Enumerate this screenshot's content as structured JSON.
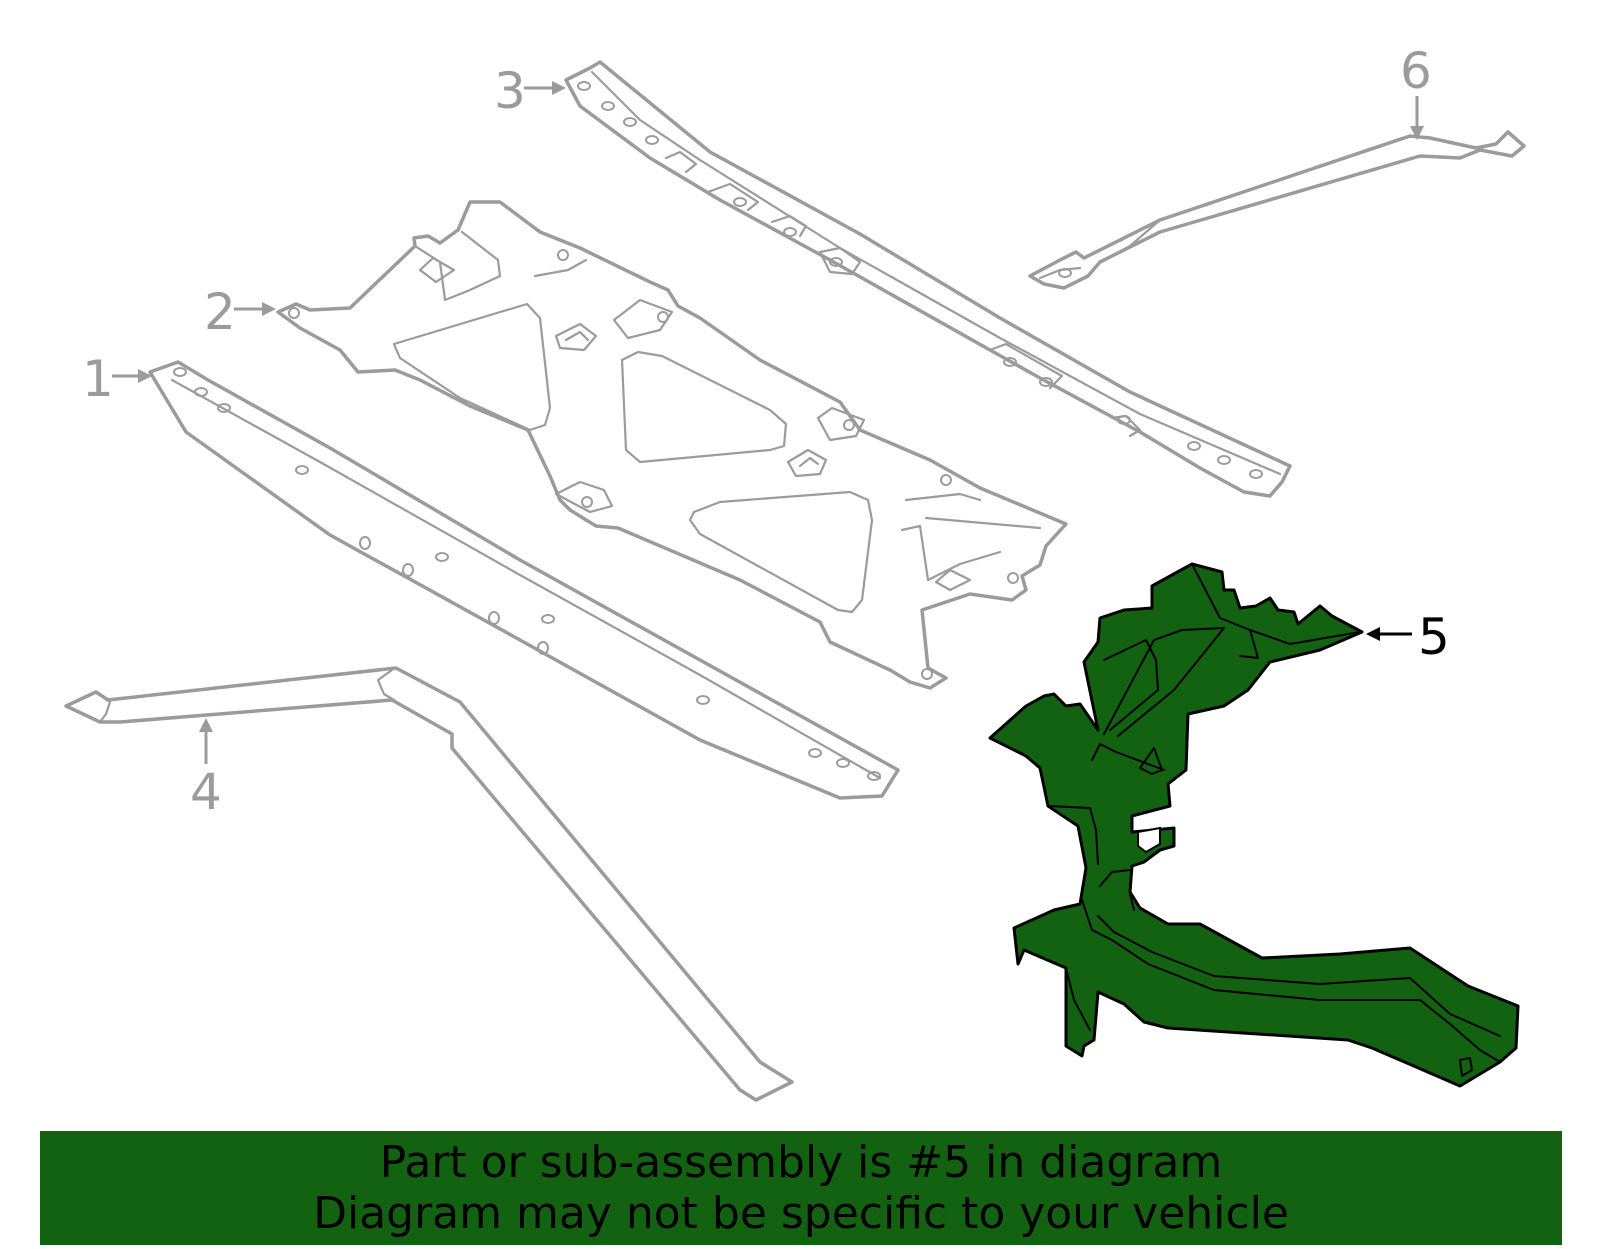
{
  "callouts": {
    "c1": "1",
    "c2": "2",
    "c3": "3",
    "c4": "4",
    "c5": "5",
    "c6": "6"
  },
  "highlighted_part": "5",
  "colors": {
    "highlight_fill": "#126212",
    "part_outline": "#9b9b9b",
    "highlight_outline": "#000000",
    "banner_background": "#126212",
    "banner_text": "#000000"
  },
  "banner": {
    "line1": "Part or sub-assembly is #5 in diagram",
    "line2": "Diagram may not be specific to your vehicle"
  }
}
